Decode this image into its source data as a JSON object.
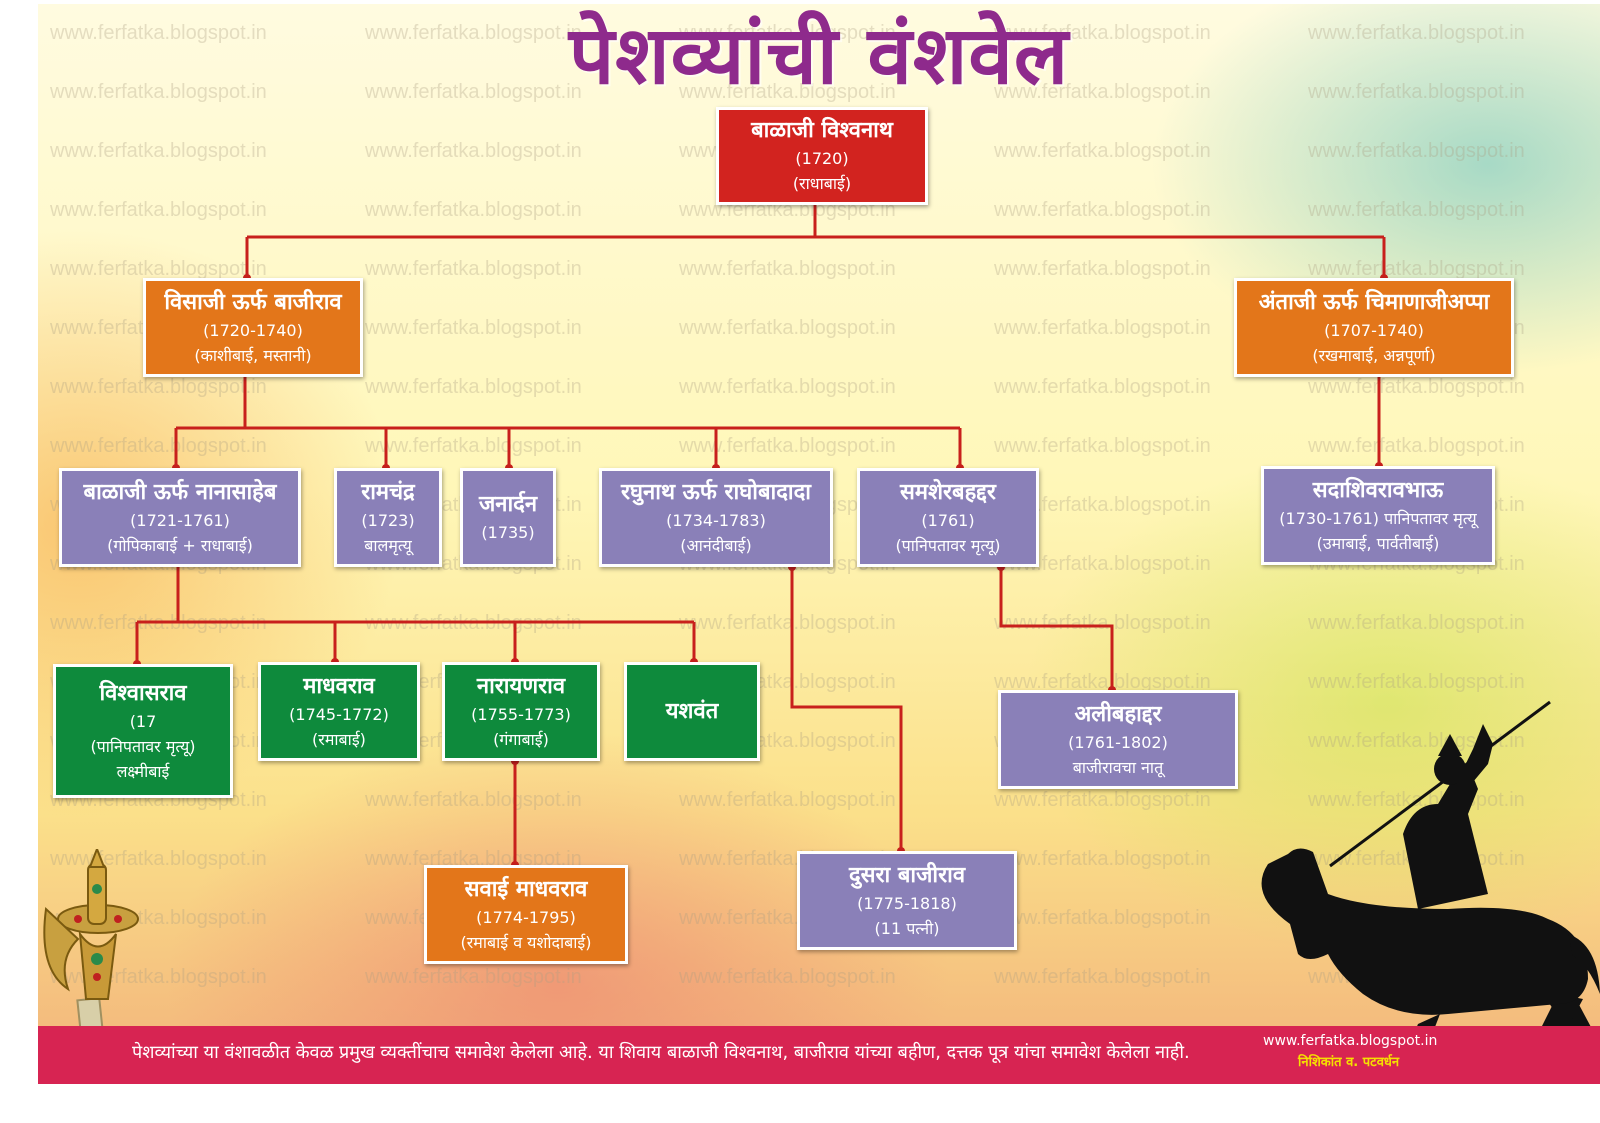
{
  "title": "पेशव्यांची वंशवेल",
  "watermark": "www.ferfatka.blogspot.in",
  "colors": {
    "title": "#8e2a8c",
    "red": "#d2231f",
    "orange": "#e3761a",
    "purple": "#8a80b8",
    "green": "#0e8a3c",
    "connector": "#c8201c",
    "footer": "#d72452"
  },
  "people": {
    "balaji_vishwanath": {
      "name": "बाळाजी विश्वनाथ",
      "lines": [
        "(1720)",
        "(राधाबाई)"
      ]
    },
    "visaji_bajirao": {
      "name": "विसाजी ऊर्फ बाजीराव",
      "lines": [
        "(1720-1740)",
        "(काशीबाई, मस्तानी)"
      ]
    },
    "antaji_chimaji": {
      "name": "अंताजी ऊर्फ चिमाणाजीअप्पा",
      "lines": [
        "(1707-1740)",
        "(रखमाबाई, अन्नपूर्णा)"
      ]
    },
    "nanasaheb": {
      "name": "बाळाजी ऊर्फ नानासाहेब",
      "lines": [
        "(1721-1761)",
        "(गोपिकाबाई + राधाबाई)"
      ]
    },
    "ramchandra": {
      "name": "रामचंद्र",
      "lines": [
        "(1723)",
        "बालमृत्यू"
      ]
    },
    "janardan": {
      "name": "जनार्दन",
      "lines": [
        "(1735)"
      ]
    },
    "raghunath": {
      "name": "रघुनाथ ऊर्फ राघोबादादा",
      "lines": [
        "(1734-1783)",
        "(आनंदीबाई)"
      ]
    },
    "samsherbahaddar": {
      "name": "समशेरबहद्दर",
      "lines": [
        "(1761)",
        "(पानिपतावर मृत्यू)"
      ]
    },
    "sadashivraobhau": {
      "name": "सदाशिवरावभाऊ",
      "lines": [
        "(1730-1761) पानिपतावर मृत्यू",
        "(उमाबाई, पार्वतीबाई)"
      ]
    },
    "vishwasrao": {
      "name": "विश्वासराव",
      "lines": [
        "(17",
        "(पानिपतावर मृत्यू)",
        "लक्ष्मीबाई"
      ]
    },
    "madhavrao": {
      "name": "माधवराव",
      "lines": [
        "(1745-1772)",
        "(रमाबाई)"
      ]
    },
    "narayanrao": {
      "name": "नारायणराव",
      "lines": [
        "(1755-1773)",
        "(गंगाबाई)"
      ]
    },
    "yashwant": {
      "name": "यशवंत",
      "lines": []
    },
    "alibahaddar": {
      "name": "अलीबहाद्दर",
      "lines": [
        "(1761-1802)",
        "बाजीरावचा नातू"
      ]
    },
    "sawai_madhavrao": {
      "name": "सवाई माधवराव",
      "lines": [
        "(1774-1795)",
        "(रमाबाई व यशोदाबाई)"
      ]
    },
    "dusra_bajirao": {
      "name": "दुसरा बाजीराव",
      "lines": [
        "(1775-1818)",
        "(11 पत्नी)"
      ]
    }
  },
  "footer": {
    "note": "पेशव्यांच्या या वंशावळीत केवळ प्रमुख व्यक्तींचाच समावेश केलेला आहे. या शिवाय बाळाजी विश्वनाथ, बाजीराव यांच्या बहीण, दत्तक पूत्र यांचा समावेश केलेला नाही.",
    "site": "www.ferfatka.blogspot.in",
    "author": "निशिकांत व. पटवर्धन"
  }
}
